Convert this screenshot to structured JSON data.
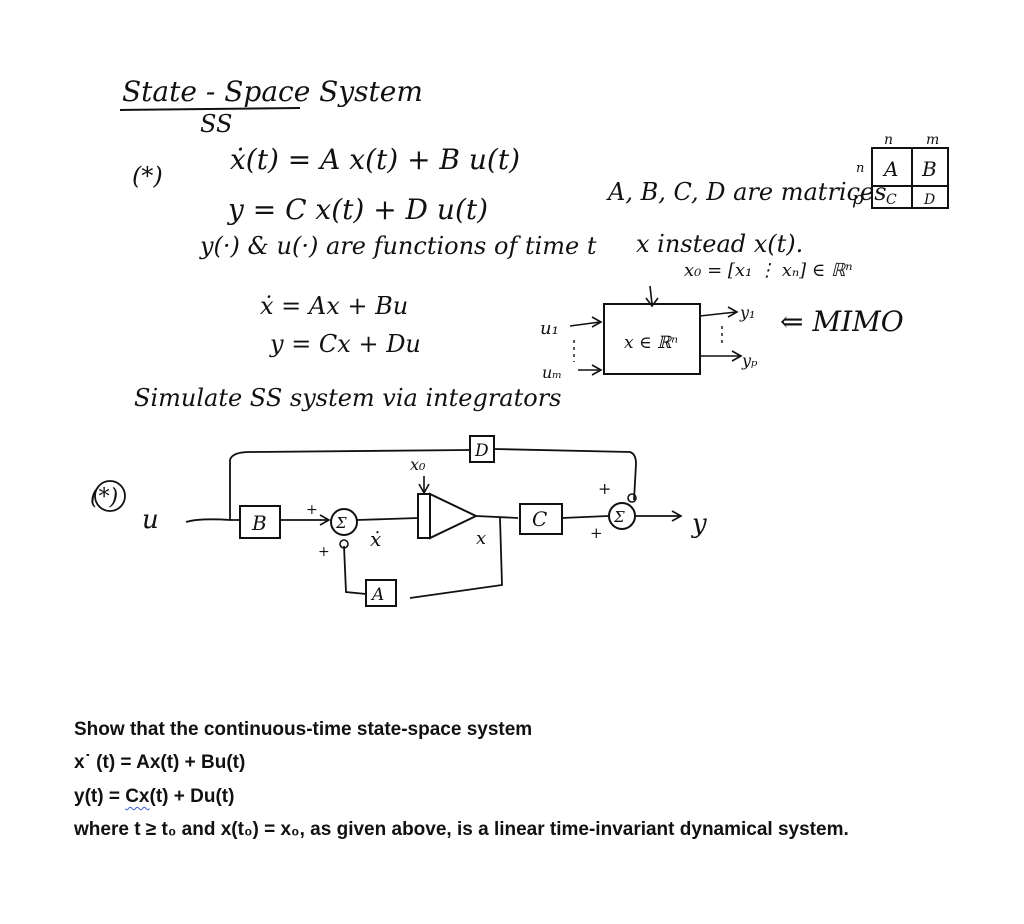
{
  "notes": {
    "title": "State - Space System",
    "title_abbrev": "SS",
    "eq_marker": "(*)",
    "eq1": "ẋ(t) = A x(t) + B u(t)",
    "eq2": "y = C x(t) + D u(t)",
    "matrices_note": "A, B, C, D are matrices",
    "functions_note": "y(·) & u(·) are functions of time t",
    "instead_note": "x instead x(t).",
    "short_eq1": "ẋ = Ax + Bu",
    "short_eq2": "y = Cx + Du",
    "x0_def": "x₀ = [x₁ ⋮ xₙ] ∈ ℝⁿ",
    "mimo": "⇐ MIMO",
    "simulate_note": "Simulate SS system via integrators",
    "block_matrix": {
      "col_n": "n",
      "col_m": "m",
      "row_n": "n",
      "row_p": "p",
      "A": "A",
      "B": "B",
      "C": "C",
      "D": "D"
    },
    "mimo_box": {
      "u1": "u₁",
      "um": "uₘ",
      "state": "x ∈ ℝⁿ",
      "y1": "y₁",
      "yp": "yₚ",
      "x0": "x₀"
    },
    "block_diagram": {
      "marker": "(*)",
      "u": "u",
      "B": "B",
      "A": "A",
      "C": "C",
      "D": "D",
      "sigma": "Σ",
      "plus": "+",
      "xdot": "ẋ",
      "x": "x",
      "x0": "x₀",
      "y": "y"
    }
  },
  "problem": {
    "line1": "Show that the continuous-time state-space system",
    "line2_a": "x˙ (t) = ",
    "line2_b": "Ax(t) + Bu(t)",
    "line3_a": "y(t) = ",
    "line3_b": "Cx",
    "line3_c": "(t) + Du(t)",
    "line4": "where t ≥ t₀ and x(t₀) = x₀, as given above, is a linear time-invariant dynamical system."
  }
}
